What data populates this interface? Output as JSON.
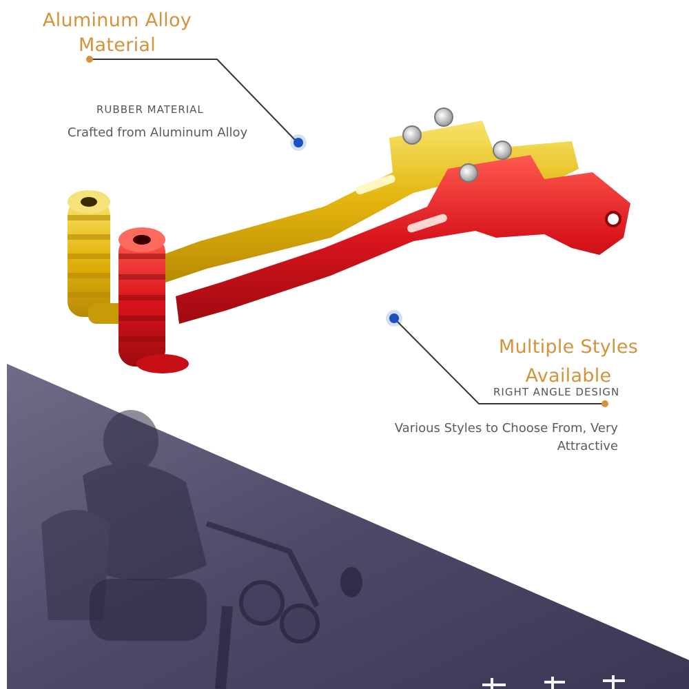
{
  "features": {
    "material": {
      "title_line1": "Aluminum Alloy",
      "title_line2": "Material",
      "subtitle": "RUBBER MATERIAL",
      "description": "Crafted from Aluminum Alloy"
    },
    "styles": {
      "title_line1": "Multiple Styles",
      "title_line2": "Available",
      "subtitle": "RIGHT ANGLE DESIGN",
      "description_line1": "Various Styles to Choose From, Very",
      "description_line2": "Attractive"
    }
  },
  "colors": {
    "accent": "#d4923a",
    "marker": "#1e4fc2",
    "gold": "#e8b80e",
    "red": "#d8141c",
    "banner": "#4a4766"
  },
  "icons": [
    "blue-dot-marker-icon",
    "orange-dot-marker-icon"
  ]
}
